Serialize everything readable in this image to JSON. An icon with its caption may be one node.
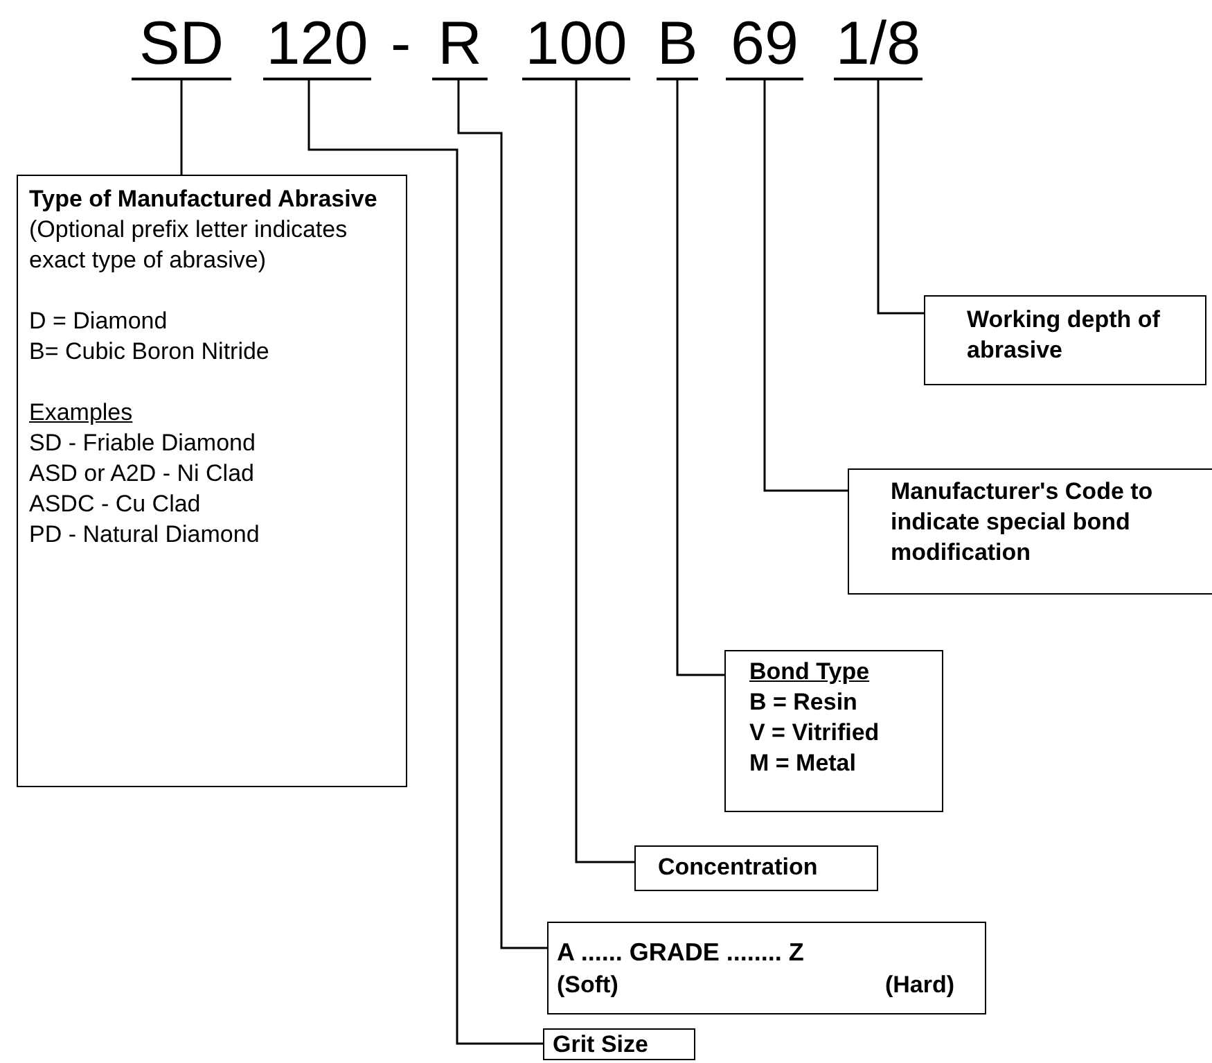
{
  "diagram": {
    "nodes": [
      {
        "text": [
          "SD"
        ]
      },
      {
        "text": [
          "120"
        ]
      },
      {
        "text": [
          "R"
        ]
      },
      {
        "text": [
          "100"
        ]
      },
      {
        "text": [
          "B"
        ]
      },
      {
        "text": [
          "69"
        ]
      },
      {
        "text": [
          "1/8"
        ]
      },
      {
        "text": [
          "Type of Manufactured Abrasive",
          "(Optional prefix letter indicates exact type of abrasive)",
          "D = Diamond",
          "B= Cubic Boron Nitride",
          "Examples",
          "SD - Friable Diamond",
          "ASD or A2D - Ni Clad",
          "ASDC - Cu Clad",
          "PD - Natural Diamond"
        ]
      },
      {
        "text": [
          "Working depth of abrasive"
        ]
      },
      {
        "text": [
          "Manufacturer's Code to indicate special bond modification"
        ]
      },
      {
        "text": [
          "Bond Type",
          "B = Resin",
          "V = Vitrified",
          "M = Metal"
        ]
      },
      {
        "text": [
          "Concentration"
        ]
      },
      {
        "text": [
          "A ...... GRADE ........ Z",
          "(Soft)",
          "(Hard)"
        ]
      },
      {
        "text": [
          "Grit Size"
        ]
      }
    ],
    "edges": [
      {
        "from": 0,
        "to": 7,
        "arrow": "none"
      },
      {
        "from": 1,
        "to": 13,
        "arrow": "none"
      },
      {
        "from": 2,
        "to": 12,
        "arrow": "none"
      },
      {
        "from": 3,
        "to": 11,
        "arrow": "none"
      },
      {
        "from": 4,
        "to": 10,
        "arrow": "none"
      },
      {
        "from": 5,
        "to": 9,
        "arrow": "none"
      },
      {
        "from": 6,
        "to": 8,
        "arrow": "none"
      }
    ],
    "labels": [
      "-"
    ]
  }
}
